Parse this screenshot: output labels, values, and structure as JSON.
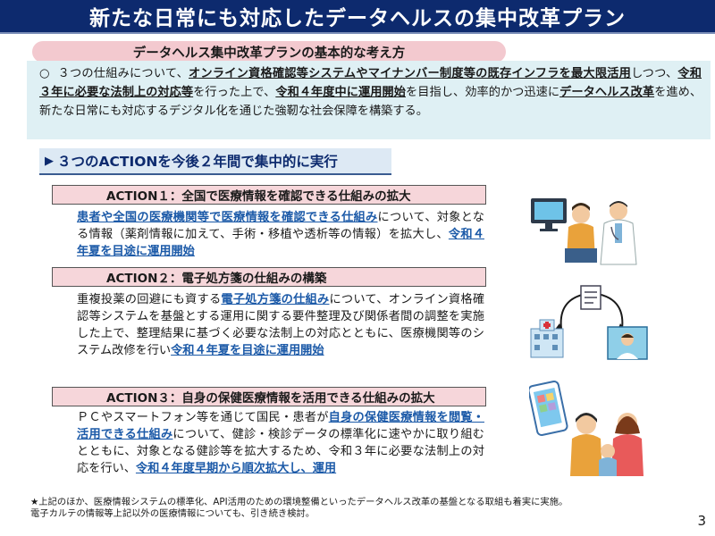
{
  "title": "新たな日常にも対応したデータヘルスの集中改革プラン",
  "concept": {
    "heading": "データヘルス集中改革プランの基本的な考え方",
    "bullet": "○",
    "p1": "３つの仕組みについて、",
    "p1_hl": "オンライン資格確認等システムやマイナンバー制度等の既存インフラを最大限活用",
    "p2": "しつつ、",
    "p2_hl": "令和３年に必要な法制上の対応等",
    "p3": "を行った上で、",
    "p3_hl": "令和４年度中に運用開始",
    "p4": "を目指し、効率的かつ迅速に",
    "p4_hl": "データヘルス改革",
    "p5": "を進め、新たな日常にも対応するデジタル化を通じた強靭な社会保障を構築する。"
  },
  "actions_header": {
    "marker": "▶",
    "text": "３つのACTIONを今後２年間で集中的に実行"
  },
  "actions": [
    {
      "label": "ACTION１：全国で医療情報を確認できる仕組みの拡大",
      "t1_link": "患者や全国の医療機関等で医療情報を確認できる仕組み",
      "t2": "について、対象となる情報（薬剤情報に加えて、手術・移植や透析等の情報）を拡大し、",
      "t3_link": "令和４年夏を目途に運用開始"
    },
    {
      "label": "ACTION２：電子処方箋の仕組みの構築",
      "t1": "重複投薬の回避にも資する",
      "t2_link": "電子処方箋の仕組み",
      "t3": "について、オンライン資格確認等システムを基盤とする運用に関する要件整理及び関係者間の調整を実施した上で、整理結果に基づく必要な法制上の対応とともに、医療機関等のシステム改修を行い",
      "t4_link": "令和４年夏を目途に運用開始"
    },
    {
      "label": "ACTION３：自身の保健医療情報を活用できる仕組みの拡大",
      "t1": "ＰＣやスマートフォン等を通じて国民・患者が",
      "t2_link": "自身の保健医療情報を閲覧・活用できる仕組み",
      "t3": "について、健診・検診データの標準化に速やかに取り組むとともに、対象となる健診等を拡大するため、令和３年に必要な法制上の対応を行い、",
      "t4_link": "令和４年度早期から順次拡大し、運用"
    }
  ],
  "note": {
    "line1": "★上記のほか、医療情報システムの標準化、API活用のための環境整備といったデータヘルス改革の基盤となる取組も着実に実施。",
    "line2": "電子カルテの情報等上記以外の医療情報についても、引き続き検討。"
  },
  "page_number": "3",
  "illustrations": {
    "action1": "doctor-patient-monitor-icon",
    "action2": "hospital-pharmacy-prescription-icon",
    "action3": "smartphone-family-icon"
  },
  "colors": {
    "title_bg": "#0d2a6e",
    "concept_pill": "#f3c9cf",
    "concept_box": "#dff0f4",
    "action_label": "#f6d6da",
    "link": "#1c5aa8"
  }
}
